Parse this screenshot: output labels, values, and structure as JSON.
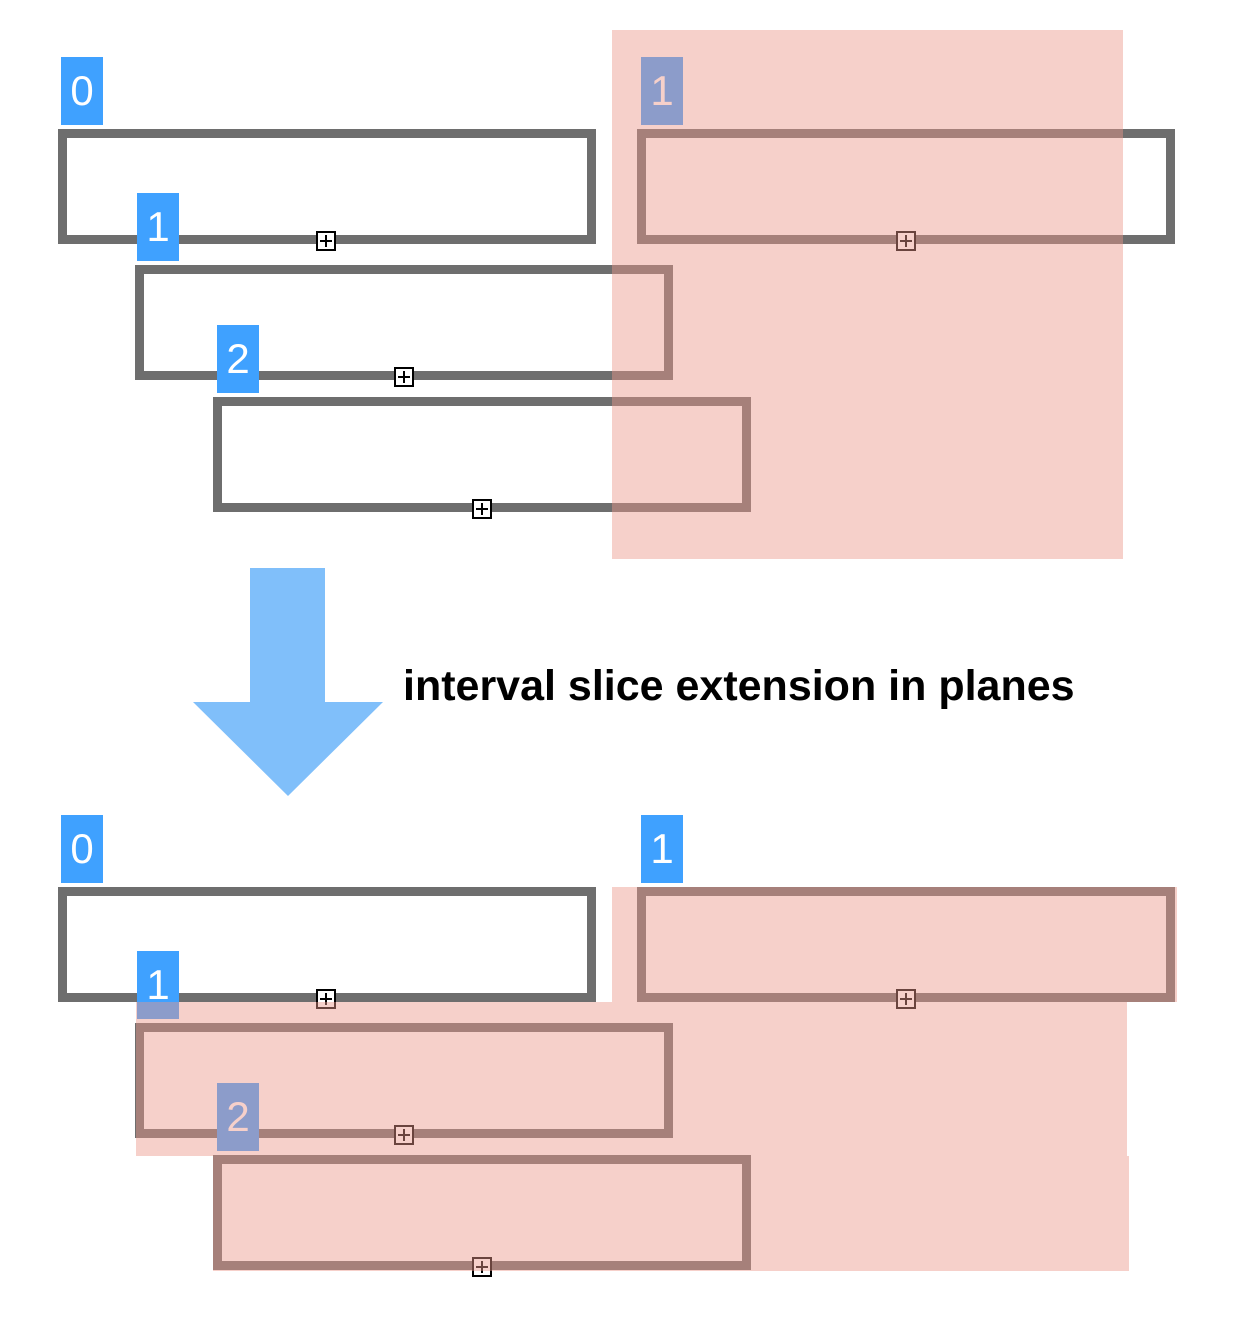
{
  "caption": "interval slice extension in planes",
  "top": {
    "labels": {
      "group_a": "0",
      "group_b": "1",
      "row1": "1",
      "row2": "2"
    }
  },
  "bottom": {
    "labels": {
      "group_a": "0",
      "group_b": "1",
      "row1": "1",
      "row2": "2"
    }
  },
  "colors": {
    "badge": "#3fa1ff",
    "box_border": "#6e6e6e",
    "highlight": "#f3b3aa",
    "arrow": "#80bffa"
  },
  "icons": {
    "anchor": "crosshair-anchor-icon",
    "arrow": "down-arrow-icon"
  }
}
